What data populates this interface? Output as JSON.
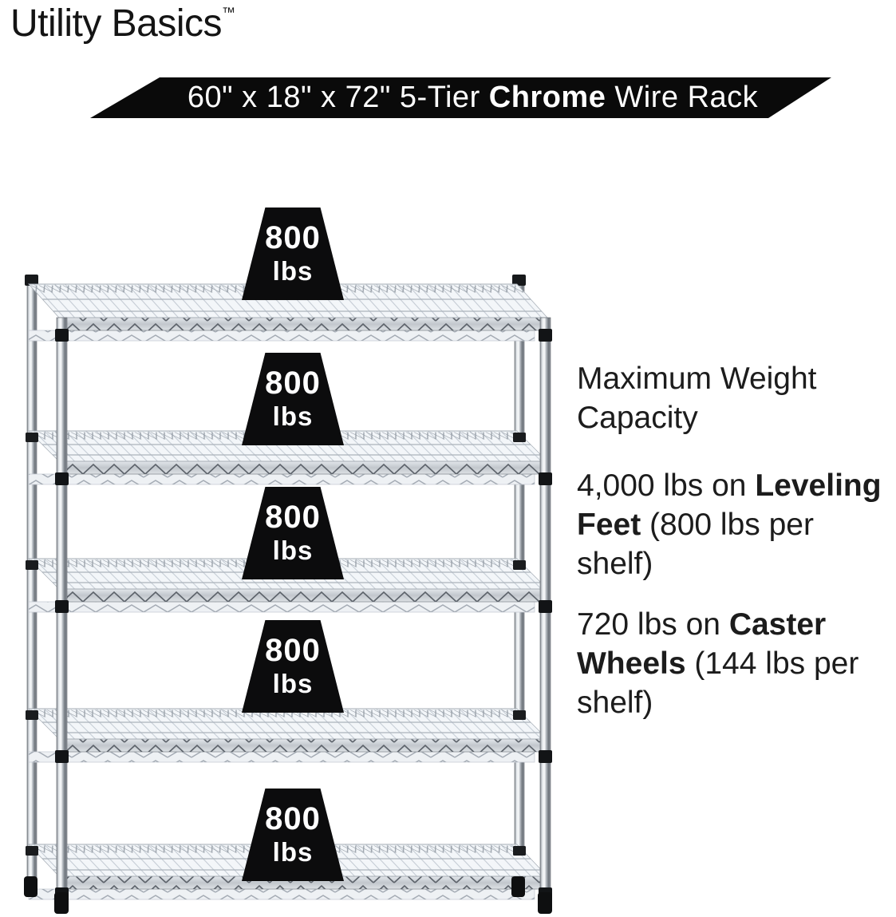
{
  "brand": {
    "name": "Utility Basics",
    "trademark": "™"
  },
  "banner": {
    "pre": "60\" x 18\" x 72\" 5-Tier ",
    "bold": "Chrome",
    "post": " Wire Rack"
  },
  "capacity_heading": {
    "line1": "Maximum Weight",
    "line2": "Capacity"
  },
  "leveling_feet_note": {
    "l1_pre": "4,000 lbs on ",
    "l1_bold": "Leveling",
    "l2_bold": "Feet",
    "l2_post": " (800 lbs per",
    "l3": "shelf)"
  },
  "caster_wheels_note": {
    "l1_pre": "720 lbs on ",
    "l1_bold": "Caster",
    "l2_bold": "Wheels",
    "l2_post": " (144 lbs per",
    "l3": "shelf)"
  },
  "shelf_weights": [
    {
      "value": "800",
      "unit": "lbs"
    },
    {
      "value": "800",
      "unit": "lbs"
    },
    {
      "value": "800",
      "unit": "lbs"
    },
    {
      "value": "800",
      "unit": "lbs"
    },
    {
      "value": "800",
      "unit": "lbs"
    }
  ],
  "colors": {
    "background": "#ffffff",
    "banner_bg": "#0a0a0a",
    "banner_text": "#ffffff",
    "body_text": "#1c1c1c",
    "weight_badge_bg": "#0c0c0d",
    "weight_badge_text": "#ffffff",
    "chrome_light": "#f3f6f9",
    "chrome_mid": "#c2c7cd",
    "chrome_dark": "#6d737a"
  }
}
